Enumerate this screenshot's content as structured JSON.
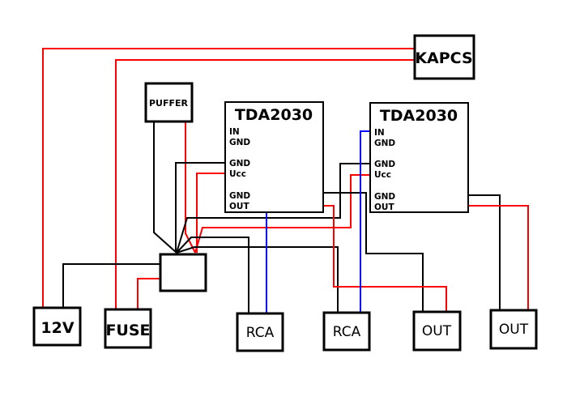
{
  "components": {
    "kapcs": "KAPCS",
    "puffer": "PUFFER",
    "power": "12V",
    "fuse": "FUSE",
    "rca_left": "RCA",
    "rca_right": "RCA",
    "out_left": "OUT",
    "out_right": "OUT"
  },
  "amplifiers": [
    {
      "title": "TDA2030",
      "pins": [
        "IN",
        "GND",
        "GND",
        "Ucc",
        "GND",
        "OUT"
      ]
    },
    {
      "title": "TDA2030",
      "pins": [
        "IN",
        "GND",
        "GND",
        "Ucc",
        "GND",
        "OUT"
      ]
    }
  ],
  "wire_colors": {
    "ground": "#000000",
    "power": "#ff0000",
    "signal": "#0000ff"
  }
}
